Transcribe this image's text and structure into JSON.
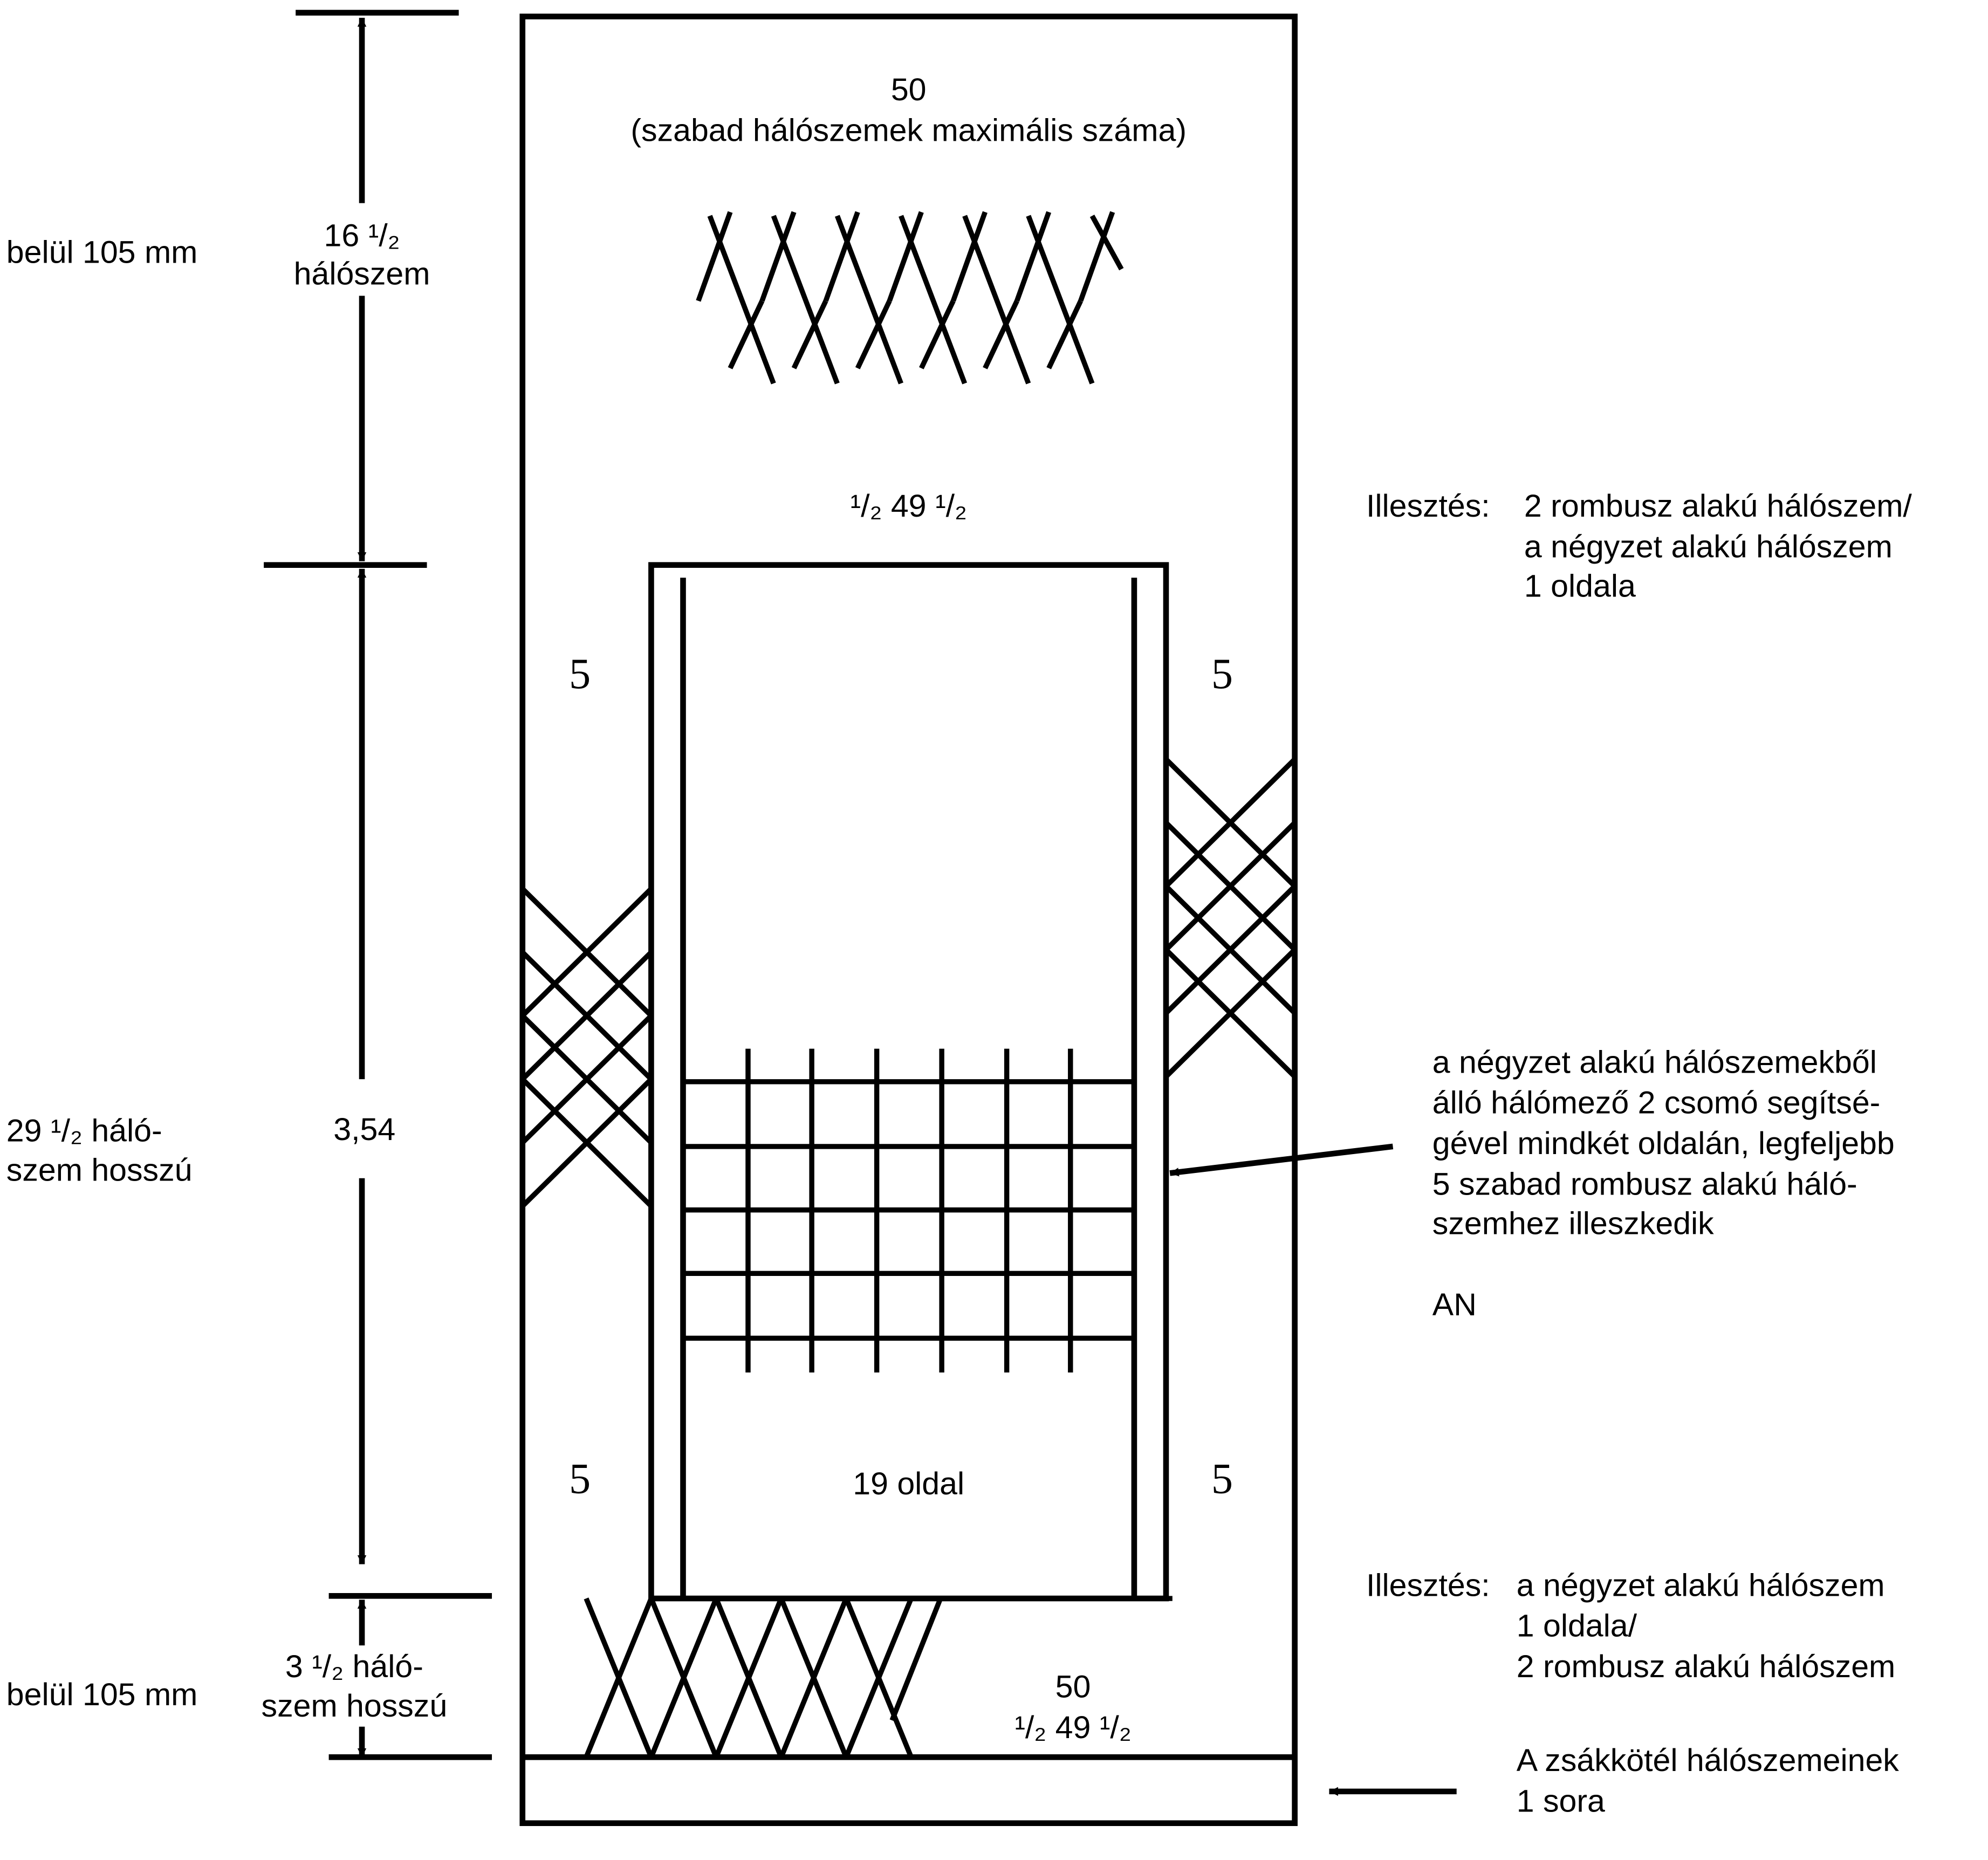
{
  "top": {
    "count": "50",
    "caption": "(szabad hálószemek maximális száma)",
    "measure_row": "¹/₂ 49 ¹/₂"
  },
  "dimensions": {
    "top_left_label": "belül 105 mm",
    "top_mesh_count": "16 ¹/₂",
    "top_mesh_unit": "hálószem",
    "middle_left_line1": "29 ¹/₂ háló-",
    "middle_left_line2": "szem hosszú",
    "middle_value": "3,54",
    "bottom_left_label": "belül 105 mm",
    "bottom_mesh_line1": "3 ¹/₂ háló-",
    "bottom_mesh_line2": "szem hosszú"
  },
  "side_counts": {
    "top_left": "5",
    "top_right": "5",
    "bottom_left": "5",
    "bottom_right": "5"
  },
  "panel": {
    "label": "19 oldal"
  },
  "bottom": {
    "count": "50",
    "measure_row": "¹/₂ 49 ¹/₂"
  },
  "notes": {
    "fit_top": {
      "title": "Illesztés:",
      "lines": [
        "2 rombusz alakú hálószem/",
        "a négyzet alakú hálószem",
        "1 oldala"
      ]
    },
    "square_panel": {
      "lines": [
        "a négyzet alakú hálószemekből",
        "álló hálómező 2 csomó segítsé-",
        "gével mindkét oldalán, legfeljebb",
        "5 szabad rombusz alakú háló-",
        "szemhez illeszkedik"
      ],
      "tag": "AN"
    },
    "fit_bottom": {
      "title": "Illesztés:",
      "lines": [
        "a négyzet alakú hálószem",
        "1 oldala/",
        "2 rombusz alakú hálószem"
      ]
    },
    "codend_row": {
      "lines": [
        "A zsákkötél hálószemeinek",
        "1 sora"
      ]
    }
  }
}
